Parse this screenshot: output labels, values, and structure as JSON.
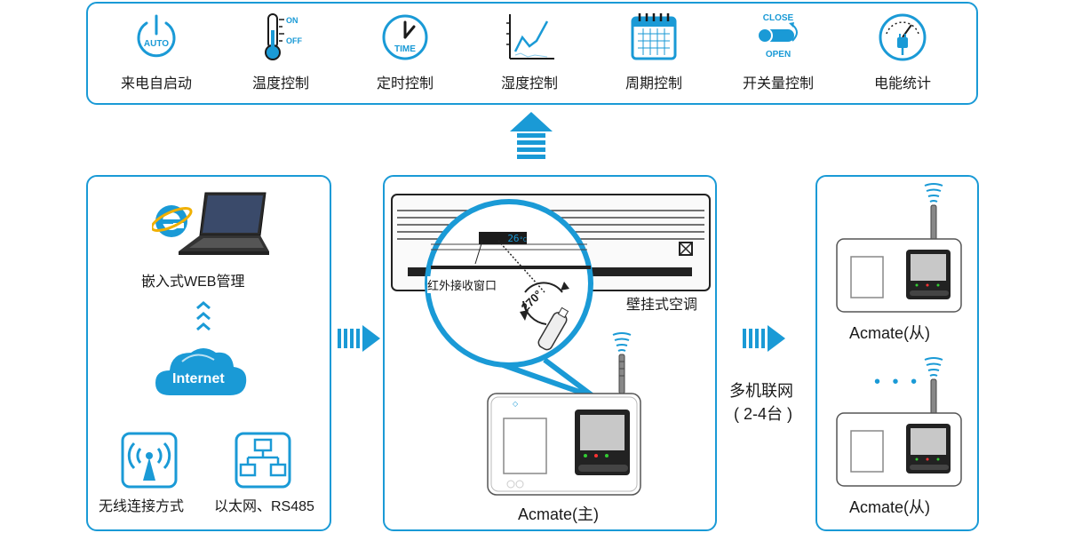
{
  "features": [
    {
      "label": "来电自启动",
      "icon": "auto-power-icon",
      "icon_text": "AUTO"
    },
    {
      "label": "温度控制",
      "icon": "thermometer-icon",
      "icon_on": "ON",
      "icon_off": "OFF"
    },
    {
      "label": "定时控制",
      "icon": "clock-icon",
      "icon_text": "TIME"
    },
    {
      "label": "湿度控制",
      "icon": "line-chart-icon"
    },
    {
      "label": "周期控制",
      "icon": "calendar-icon"
    },
    {
      "label": "开关量控制",
      "icon": "switch-icon",
      "icon_close": "CLOSE",
      "icon_open": "OPEN"
    },
    {
      "label": "电能统计",
      "icon": "power-meter-icon"
    }
  ],
  "left": {
    "web_label": "嵌入式WEB管理",
    "cloud_label": "Internet",
    "wireless_label": "无线连接方式",
    "wired_label": "以太网、RS485"
  },
  "middle": {
    "display_temp": "26",
    "display_unit": "°C",
    "ir_label": "红外接收窗口",
    "angle_label": "270°",
    "ac_label": "壁挂式空调",
    "device_label": "Acmate(主)"
  },
  "network": {
    "label": "多机联网",
    "count": "( 2-4台 )"
  },
  "right": {
    "device1_label": "Acmate(从)",
    "device2_label": "Acmate(从)",
    "ellipsis": "• • •"
  },
  "colors": {
    "accent": "#1a9ad6",
    "dark_accent": "#0d78b8",
    "text": "#1a1a1a"
  }
}
